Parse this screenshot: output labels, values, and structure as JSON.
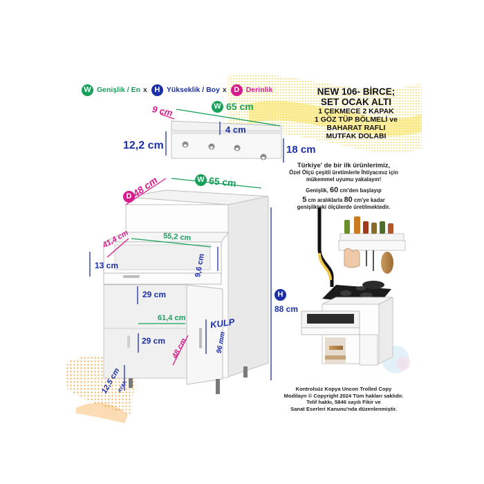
{
  "legend": {
    "width_letter": "W",
    "width_label": "Genişlik / En",
    "sep": "x",
    "height_letter": "H",
    "height_label": "Yükseklik / Boy",
    "depth_letter": "D",
    "depth_label": "Derinlik"
  },
  "title": {
    "line1": "NEW 106- BİRCE;",
    "line2": "SET OCAK ALTI",
    "line3": "1 ÇEKMECE 2 KAPAK",
    "line4": "1 GÖZ TÜP BÖLMELİ ve",
    "line5": "BAHARAT RAFLI",
    "line6": "MUTFAK DOLABI"
  },
  "info": {
    "p1_line1": "Türkiye' de bir ilk ürünlerimiz,",
    "p1_line2": "Özel Ölçü çeşitli üretimlerle İhtiyacınız için",
    "p1_line3": "mükemmel uyumu yakalayın!",
    "p2_pre": "Genişlik,",
    "p2_val": "60",
    "p2_post": "cm'den başlayıp",
    "p3_val1": "5",
    "p3_mid": "cm aralıklarla",
    "p3_val2": "80",
    "p3_post": "cm'ye kadar",
    "p3_line2": "genişlikteki ölçülerde üretilmektedir."
  },
  "copyright": {
    "line1": "Kontrolsüz Kopya Uncon Trolled Copy",
    "line2": "Modilayn © Copyright 2024 Tüm hakları saklıdır.",
    "line3": "Telif hakkı, 5846 sayılı Fikir ve",
    "line4": "Sanat Eserleri Kanunu'nda düzenlenmiştir."
  },
  "shelf_dims": {
    "w_letter": "W",
    "width": "65 cm",
    "depth": "9 cm",
    "inner": "4 cm",
    "height_left": "12,2 cm",
    "height_right": "18 cm"
  },
  "cabinet_dims": {
    "w_letter": "W",
    "width": "65 cm",
    "d_letter": "D",
    "depth": "48 cm",
    "h_letter": "H",
    "height": "88 cm",
    "drawer_depth": "41,4 cm",
    "drawer_width": "55,2 cm",
    "drawer_front": "13 cm",
    "drawer_inner": "9,6 cm",
    "upper_gap": "29 cm",
    "inner_width": "61,4 cm",
    "lower_gap": "29 cm",
    "inner_depth": "48 cm",
    "kulp": "KULP",
    "kulp_size": "96 mm",
    "leg_height": "12,5 cm",
    "leg_sub": "AYAK"
  },
  "colors": {
    "green": "#18a05a",
    "blue": "#1a2fa8",
    "pink": "#d81b8c",
    "yellow": "#f6e25a",
    "orange": "#f39a2c"
  }
}
